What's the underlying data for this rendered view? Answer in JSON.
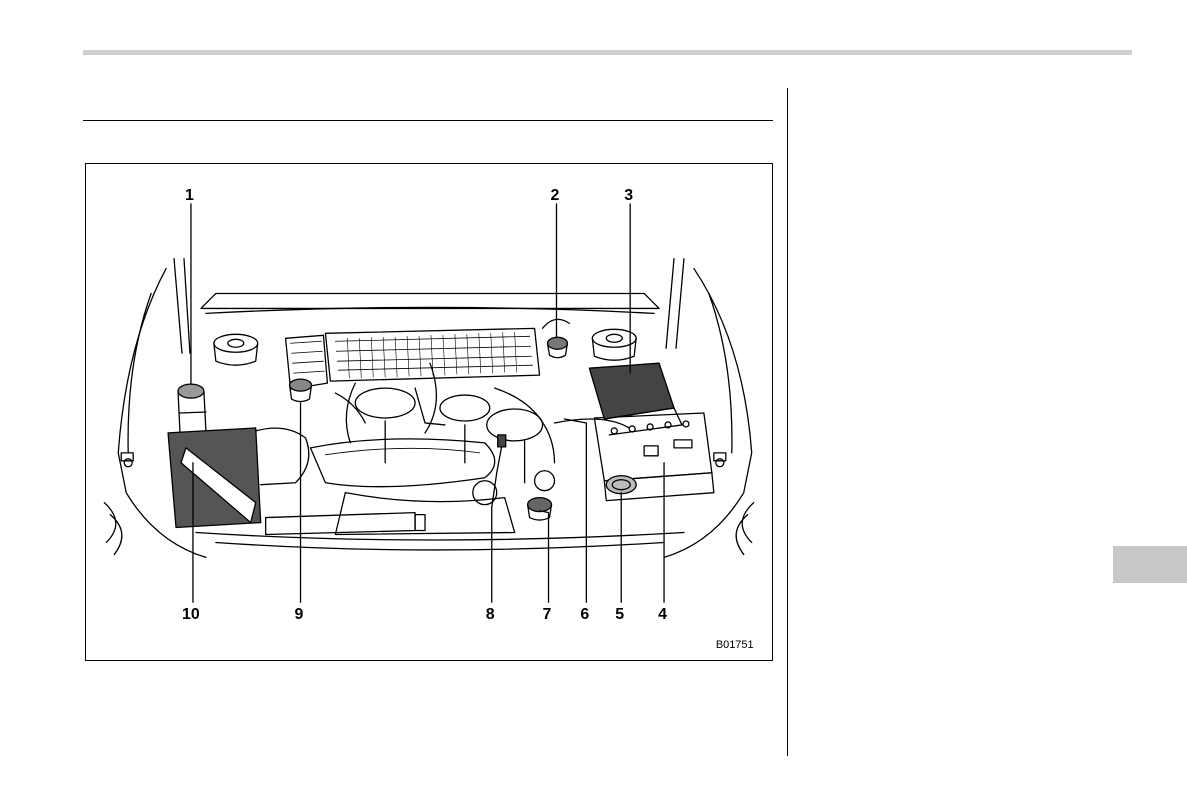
{
  "figure": {
    "code": "B01751",
    "callouts": [
      {
        "label": "1"
      },
      {
        "label": "2"
      },
      {
        "label": "3"
      },
      {
        "label": "4"
      },
      {
        "label": "5"
      },
      {
        "label": "6"
      },
      {
        "label": "7"
      },
      {
        "label": "8"
      },
      {
        "label": "9"
      },
      {
        "label": "10"
      }
    ]
  }
}
